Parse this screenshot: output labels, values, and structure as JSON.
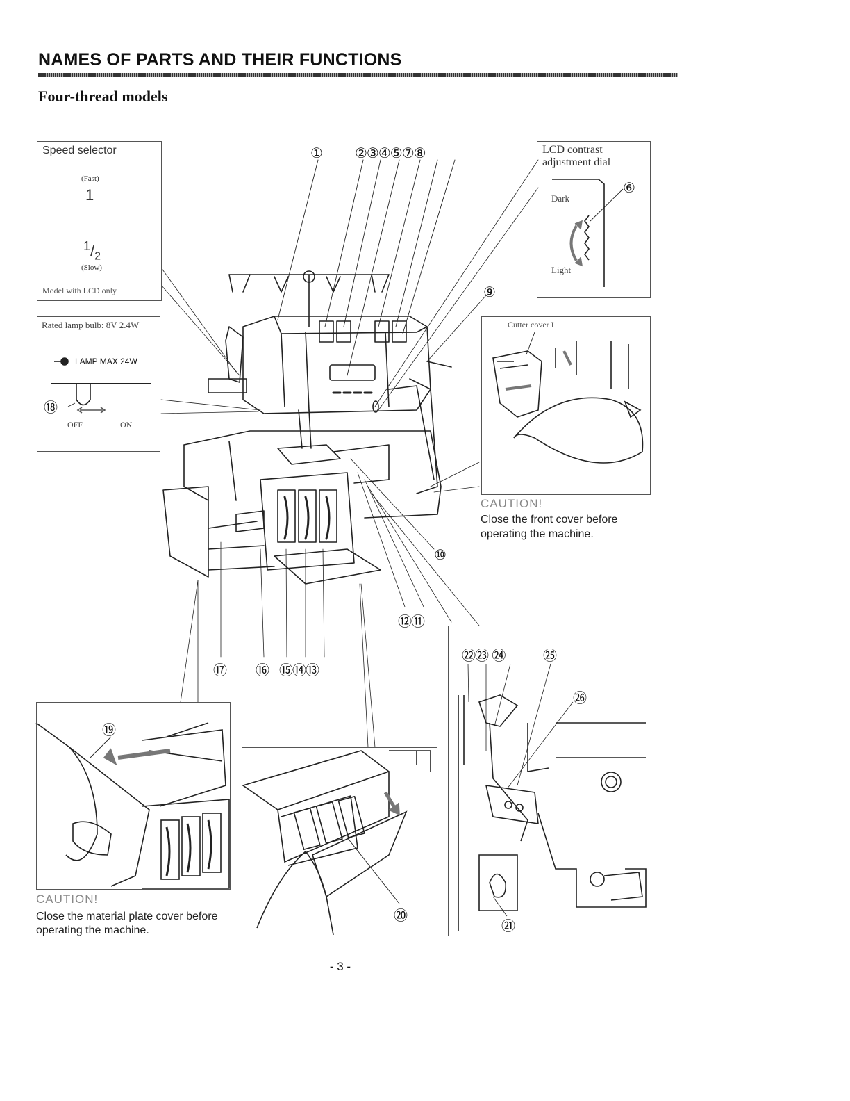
{
  "header": {
    "title": "NAMES OF PARTS AND THEIR FUNCTIONS",
    "subtitle": "Four-thread models"
  },
  "speed_selector": {
    "title": "Speed selector",
    "fast_label": "(Fast)",
    "fast_value": "1",
    "slow_value_num": "1",
    "slow_value_den": "2",
    "slow_label": "(Slow)",
    "footnote": "Model with LCD only"
  },
  "lamp": {
    "title": "Rated lamp bulb: 8V 2.4W",
    "max_label": "LAMP MAX 24W",
    "off_label": "OFF",
    "on_label": "ON",
    "callout": "⑱"
  },
  "lcd_dial": {
    "title_line1": "LCD contrast",
    "title_line2": "adjustment dial",
    "dark_label": "Dark",
    "light_label": "Light",
    "callout": "⑥"
  },
  "cutter": {
    "title": "Cutter cover I",
    "callout": "⑨",
    "caution_head": "CAUTION!",
    "caution_line1": "Close the front cover before",
    "caution_line2": "operating the machine."
  },
  "machine_callouts": {
    "top_single": "①",
    "top_group": "②③④⑤⑦⑧",
    "c10": "⑩",
    "c12_11": "⑫⑪",
    "c17": "⑰",
    "c16": "⑯",
    "c15_14_13": "⑮⑭⑬"
  },
  "plate_cover": {
    "callout": "⑲",
    "caution_head": "CAUTION!",
    "caution_line1": "Close the material plate cover before",
    "caution_line2": "operating the machine."
  },
  "front_cover": {
    "callout": "⑳"
  },
  "looper": {
    "top_group": "㉒㉓ ㉔",
    "c25": "㉕",
    "c26": "㉖",
    "c21": "㉑"
  },
  "footer": {
    "page_number": "- 3 -"
  }
}
